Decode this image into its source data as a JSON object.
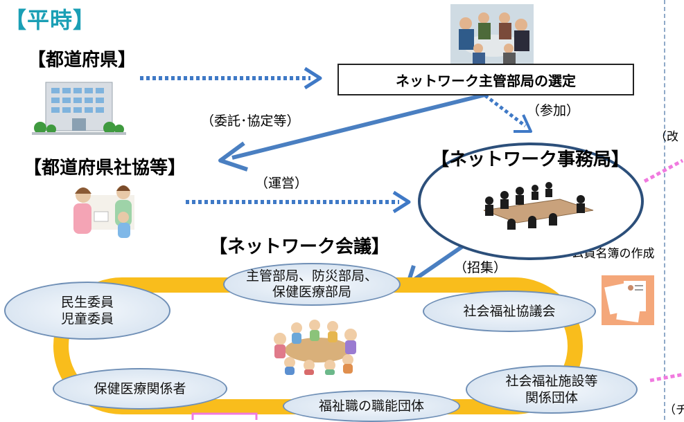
{
  "header": {
    "title": "【平時】"
  },
  "prefecture": {
    "label": "【都道府県】",
    "icon": "government-building-icon"
  },
  "social_council": {
    "label": "【都道府県社協等】",
    "icon": "counseling-people-icon"
  },
  "selection_box": {
    "label": "ネットワーク主管部局の選定"
  },
  "secretariat": {
    "label": "【ネットワーク事務局】",
    "icon": "conference-table-icon"
  },
  "conference": {
    "label": "【ネットワーク会議】",
    "icon": "group-meeting-icon"
  },
  "paren_labels": {
    "entrust": "（委託･協定等）",
    "participate": "（参加）",
    "operate": "（運営）",
    "convene": "（招集）",
    "roster": "（チーム員名簿の作成",
    "revise": "（改",
    "team_cut": "（チ"
  },
  "members": {
    "admin": "主管部局、防災部局、\n保健医療部局",
    "welfare_commissioner": "民生委員\n児童委員",
    "social_welfare_council": "社会福祉協議会",
    "health_medical": "保健医療関係者",
    "welfare_facility": "社会福祉施設等\n関係団体",
    "professional": "福祉職の職能団体"
  },
  "colors": {
    "title": "#1a9fb5",
    "arrow_blue": "#4a7fc1",
    "dotted_blue": "#3f79c6",
    "ring": "#f9bd1c",
    "ellipse_border": "#6f8fb6",
    "pink": "#f07adf"
  }
}
